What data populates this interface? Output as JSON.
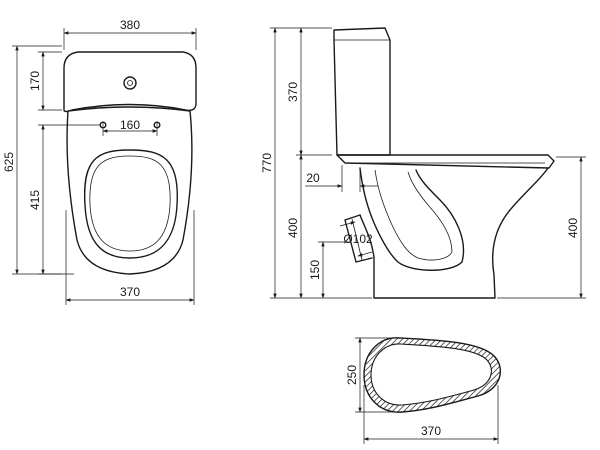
{
  "dimensions": {
    "top_width": "380",
    "tank_depth": "170",
    "total_length": "625",
    "hole_spacing": "160",
    "bowl_length": "415",
    "bottom_width": "370",
    "total_height": "770",
    "tank_height": "370",
    "outlet_offset": "20",
    "bowl_height_left": "400",
    "outlet_height": "150",
    "outlet_diameter": "Ø102",
    "bowl_height_right": "400",
    "base_depth": "250",
    "base_width": "370"
  }
}
